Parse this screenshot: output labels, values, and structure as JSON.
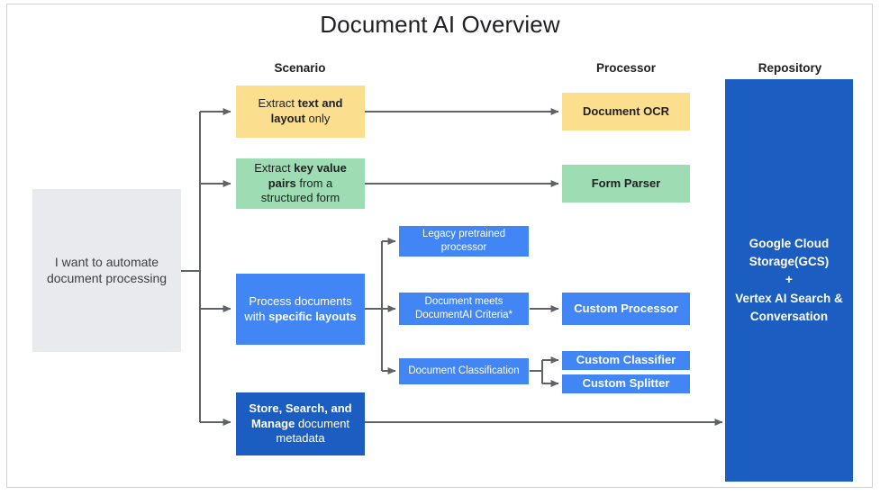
{
  "title": "Document AI Overview",
  "columns": [
    {
      "name": "scenario",
      "label": "Scenario"
    },
    {
      "name": "processor",
      "label": "Processor"
    },
    {
      "name": "repository",
      "label": "Repository"
    }
  ],
  "start": {
    "label": "I want to automate document processing",
    "color": "#e8eaed"
  },
  "scenarios": [
    {
      "id": "extract-text-layout",
      "text_parts": [
        "Extract ",
        "text and layout",
        " only"
      ],
      "plain": "Extract text and layout only",
      "color": "#fcdf8e"
    },
    {
      "id": "extract-key-value",
      "text_parts": [
        "Extract ",
        "key value pairs",
        " from a structured form"
      ],
      "plain": "Extract key value pairs from a structured form",
      "color": "#9edcb4"
    },
    {
      "id": "process-specific-layouts",
      "text_parts": [
        "Process documents with ",
        "specific layouts",
        ""
      ],
      "plain": "Process documents with specific layouts",
      "color": "#4285f4"
    },
    {
      "id": "store-search-manage",
      "text_parts": [
        "",
        "Store, Search, and Manage",
        " document metadata"
      ],
      "plain": "Store, Search, and Manage document metadata",
      "color": "#1b5dc0"
    }
  ],
  "criteria": [
    {
      "id": "legacy-pretrained-processor",
      "label": "Legacy pretrained processor",
      "color": "#4285f4"
    },
    {
      "id": "document-meets-criteria",
      "label": "Document meets DocumentAI Criteria*",
      "color": "#4285f4"
    },
    {
      "id": "document-classification",
      "label": "Document Classification",
      "color": "#4285f4"
    }
  ],
  "processors": [
    {
      "id": "document-ocr",
      "label": "Document OCR",
      "color": "#fcdf8e"
    },
    {
      "id": "form-parser",
      "label": "Form Parser",
      "color": "#9edcb4"
    },
    {
      "id": "custom-processor",
      "label": "Custom Processor",
      "color": "#4285f4"
    },
    {
      "id": "custom-classifier",
      "label": "Custom Classifier",
      "color": "#4285f4"
    },
    {
      "id": "custom-splitter",
      "label": "Custom Splitter",
      "color": "#4285f4"
    }
  ],
  "repository": {
    "id": "gcs-vertex-repository",
    "line1": "Google Cloud Storage(GCS)",
    "line2": "+",
    "line3": "Vertex AI Search & Conversation",
    "color": "#1b5dc0"
  },
  "colors": {
    "connector": "#5f6368",
    "frame_border": "#d0d2d6",
    "title_text": "#202124"
  }
}
